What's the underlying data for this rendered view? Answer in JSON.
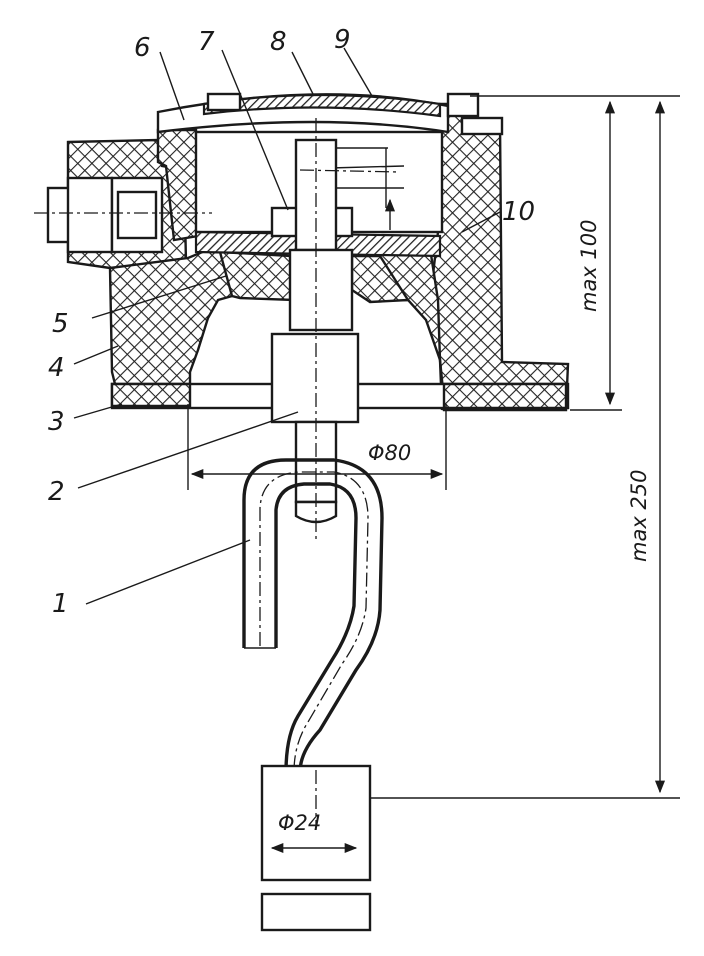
{
  "part_labels": [
    "1",
    "2",
    "3",
    "4",
    "5",
    "6",
    "7",
    "8",
    "9",
    "10"
  ],
  "dimensions": {
    "height_upper": "max 100",
    "height_total": "max 250",
    "body_diameter": "Φ80",
    "lug_diameter": "Φ24"
  }
}
